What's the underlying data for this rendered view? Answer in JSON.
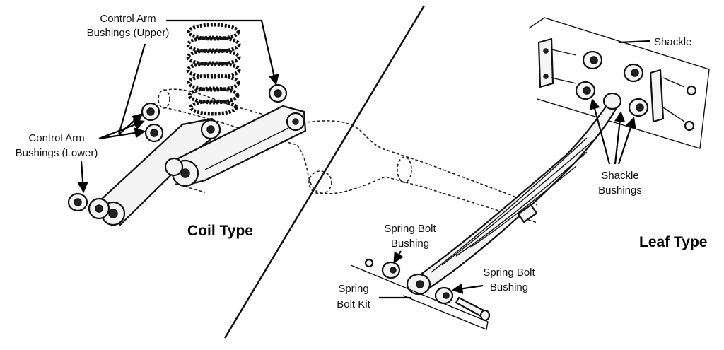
{
  "labels": {
    "control_arm_upper": [
      "Control Arm",
      "Bushings (Upper)"
    ],
    "control_arm_lower": [
      "Control Arm",
      "Bushings (Lower)"
    ],
    "coil_type": "Coil Type",
    "shackle": "Shackle",
    "shackle_bushings": [
      "Shackle",
      "Bushings"
    ],
    "leaf_type": "Leaf Type",
    "spring_bolt_bushing_left": [
      "Spring Bolt",
      "Bushing"
    ],
    "spring_bolt_bushing_right": [
      "Spring Bolt",
      "Bushing"
    ],
    "spring_bolt_kit": [
      "Spring",
      "Bolt Kit"
    ]
  }
}
